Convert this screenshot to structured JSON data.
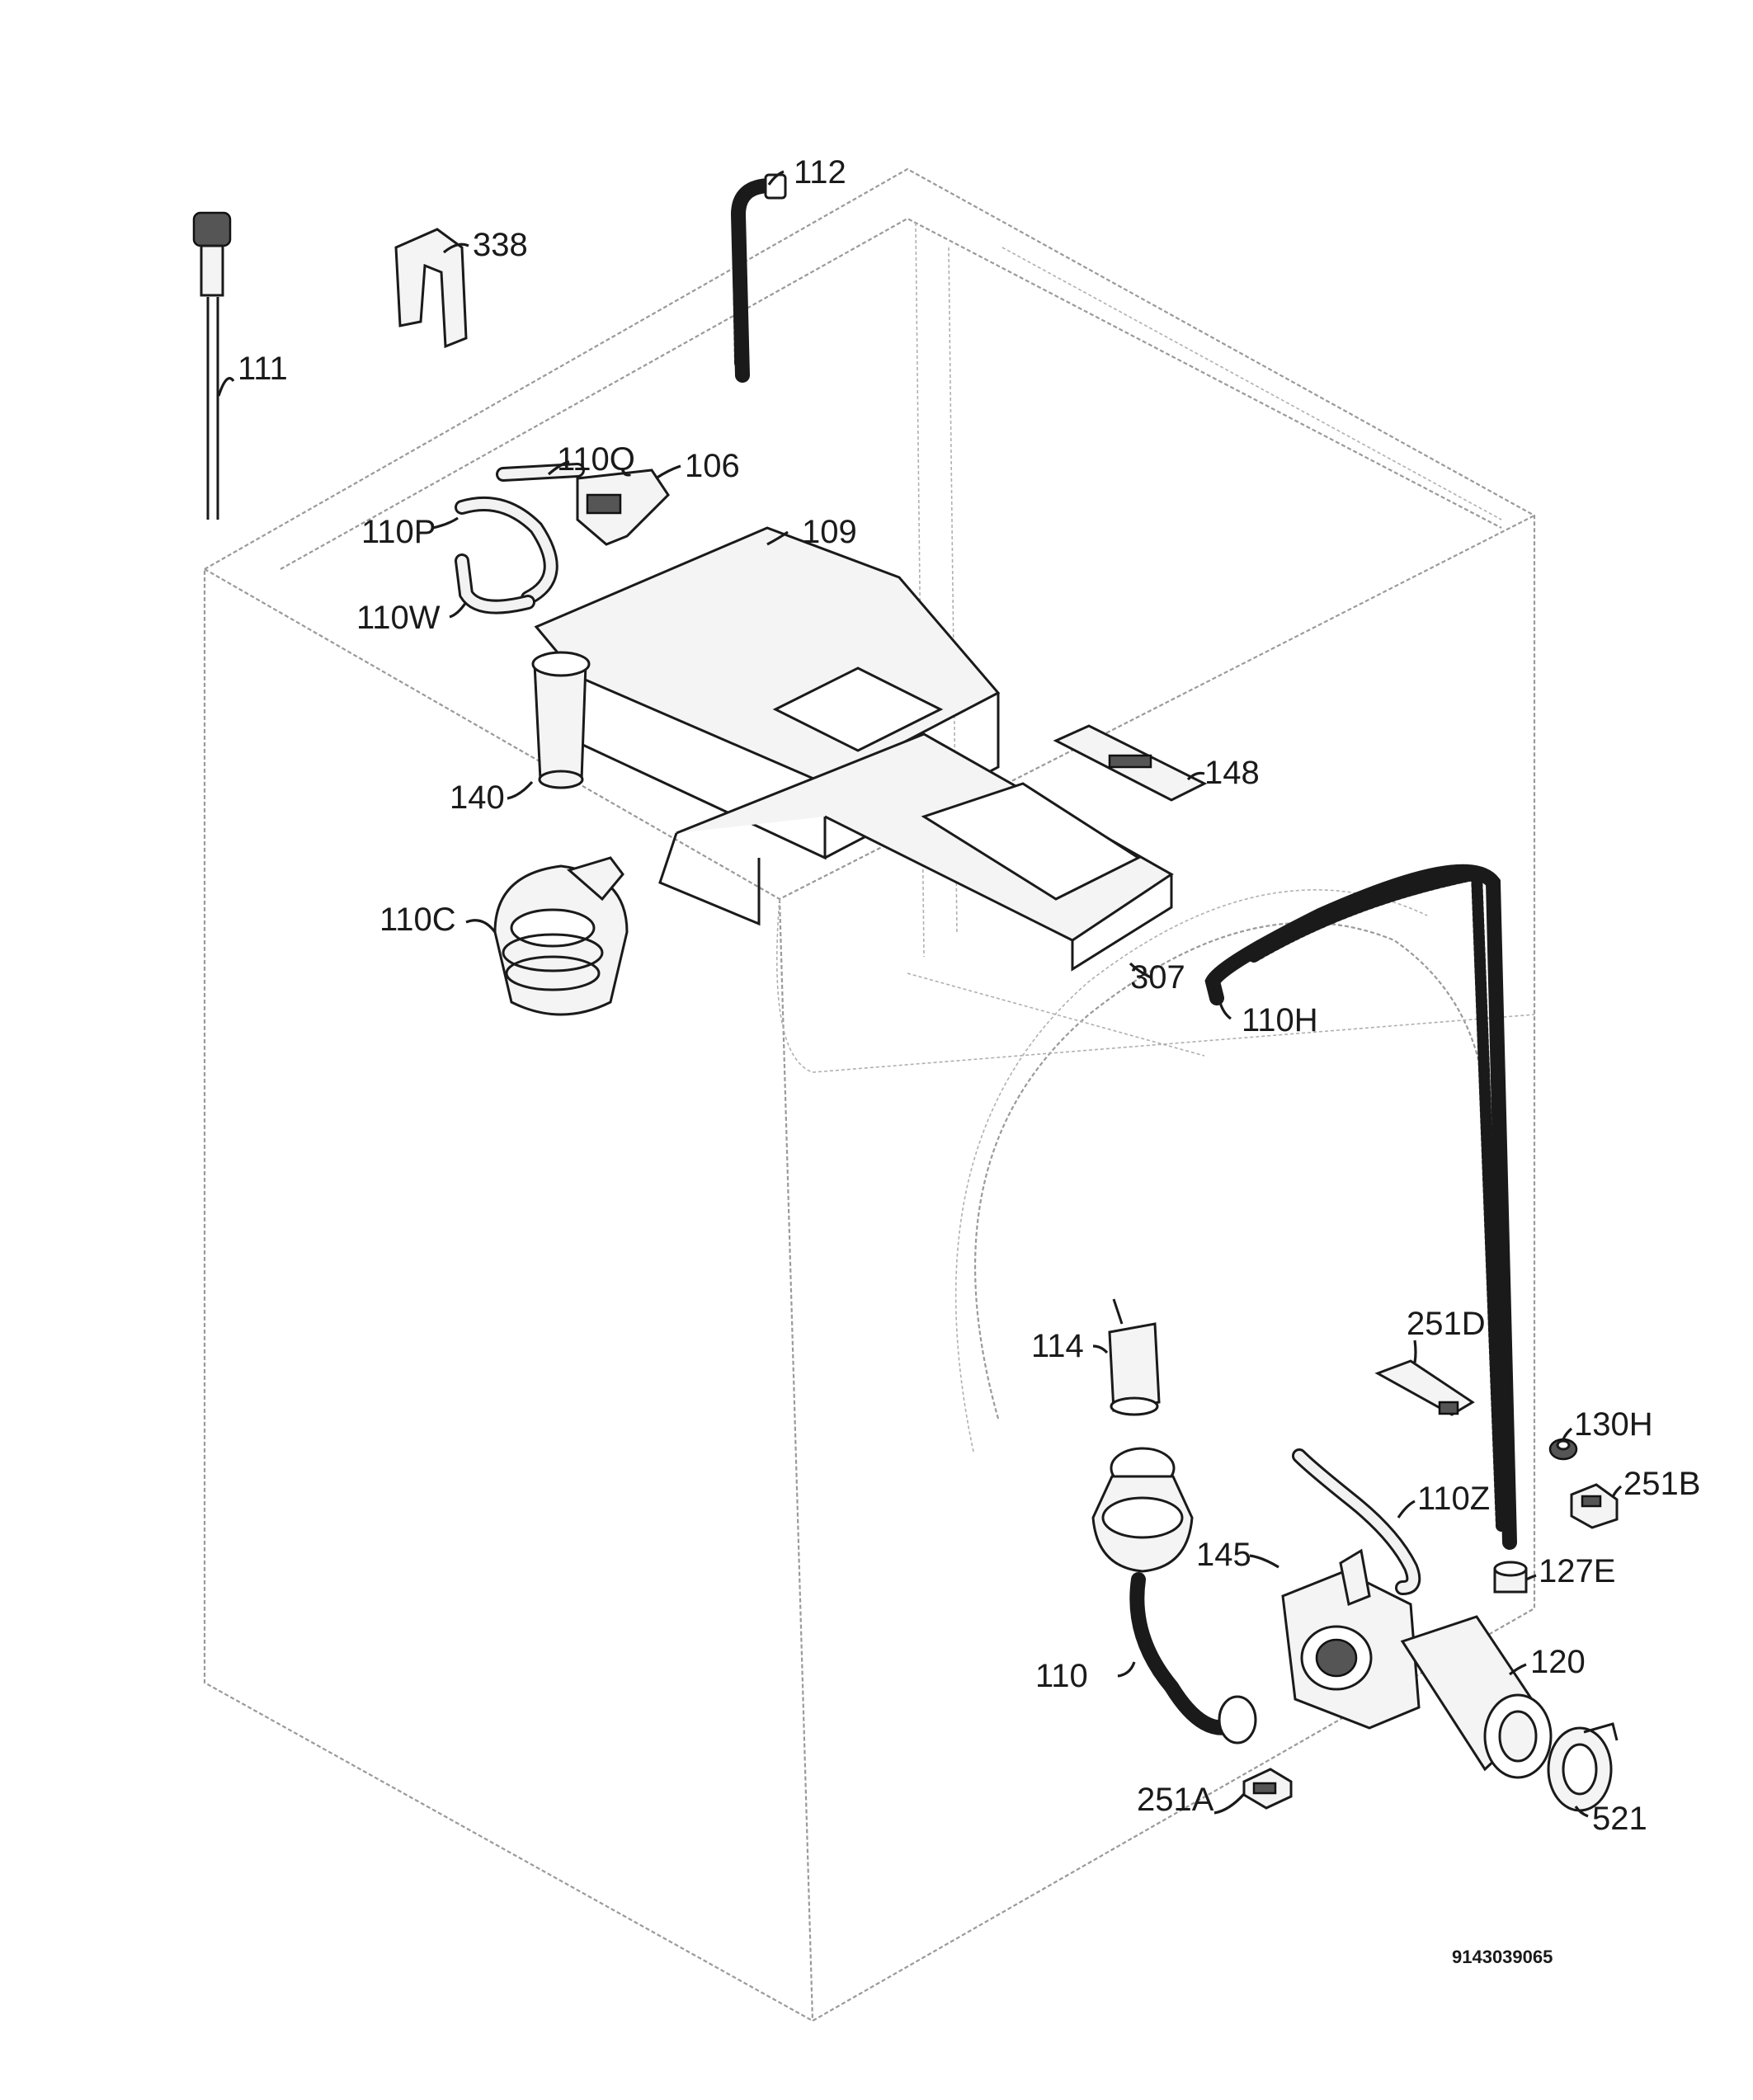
{
  "labels": {
    "p111": "111",
    "p338": "338",
    "p112": "112",
    "p110q": "110Q",
    "p106": "106",
    "p110p": "110P",
    "p109": "109",
    "p110w": "110W",
    "p140": "140",
    "p148": "148",
    "p110c": "110C",
    "p307": "307",
    "p110h": "110H",
    "p114": "114",
    "p251d": "251D",
    "p130h": "130H",
    "p251b": "251B",
    "p110z": "110Z",
    "p145": "145",
    "p127e": "127E",
    "p120": "120",
    "p110": "110",
    "p251a": "251A",
    "p521": "521"
  },
  "drawing_code": "9143039065"
}
